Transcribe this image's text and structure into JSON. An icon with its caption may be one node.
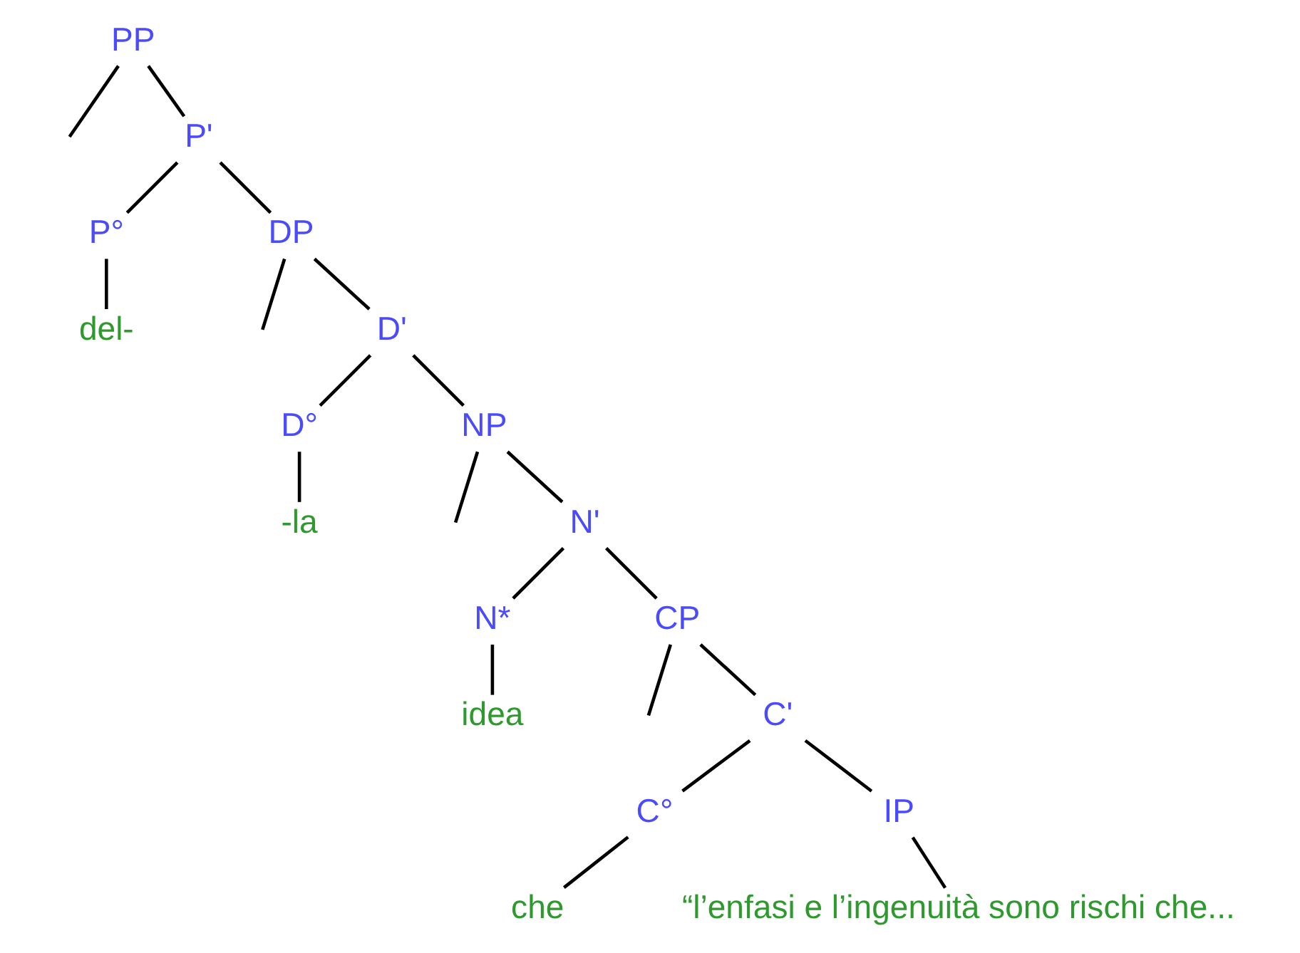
{
  "diagram": {
    "nodes": [
      {
        "text": [
          "PP"
        ]
      },
      {
        "text": [
          "P'"
        ]
      },
      {
        "text": [
          "P°"
        ]
      },
      {
        "text": [
          "del-"
        ]
      },
      {
        "text": [
          "DP"
        ]
      },
      {
        "text": [
          "D'"
        ]
      },
      {
        "text": [
          "D°"
        ]
      },
      {
        "text": [
          "-la"
        ]
      },
      {
        "text": [
          "NP"
        ]
      },
      {
        "text": [
          "N'"
        ]
      },
      {
        "text": [
          "N*"
        ]
      },
      {
        "text": [
          "idea"
        ]
      },
      {
        "text": [
          "CP"
        ]
      },
      {
        "text": [
          "C'"
        ]
      },
      {
        "text": [
          "C°"
        ]
      },
      {
        "text": [
          "che"
        ]
      },
      {
        "text": [
          "IP"
        ]
      },
      {
        "text": [
          "“l’enfasi e l’ingenuità sono rischi che..."
        ]
      }
    ],
    "edges": [
      {
        "from": 0,
        "to": null,
        "arrow": "none"
      },
      {
        "from": 0,
        "to": 1,
        "arrow": "none"
      },
      {
        "from": 1,
        "to": 2,
        "arrow": "none"
      },
      {
        "from": 1,
        "to": 4,
        "arrow": "none"
      },
      {
        "from": 2,
        "to": 3,
        "arrow": "none"
      },
      {
        "from": 4,
        "to": null,
        "arrow": "none"
      },
      {
        "from": 4,
        "to": 5,
        "arrow": "none"
      },
      {
        "from": 5,
        "to": 6,
        "arrow": "none"
      },
      {
        "from": 5,
        "to": 8,
        "arrow": "none"
      },
      {
        "from": 6,
        "to": 7,
        "arrow": "none"
      },
      {
        "from": 8,
        "to": null,
        "arrow": "none"
      },
      {
        "from": 8,
        "to": 9,
        "arrow": "none"
      },
      {
        "from": 9,
        "to": 10,
        "arrow": "none"
      },
      {
        "from": 9,
        "to": 12,
        "arrow": "none"
      },
      {
        "from": 10,
        "to": 11,
        "arrow": "none"
      },
      {
        "from": 12,
        "to": null,
        "arrow": "none"
      },
      {
        "from": 12,
        "to": 13,
        "arrow": "none"
      },
      {
        "from": 13,
        "to": 14,
        "arrow": "none"
      },
      {
        "from": 13,
        "to": 16,
        "arrow": "none"
      },
      {
        "from": 14,
        "to": 15,
        "arrow": "none"
      },
      {
        "from": 16,
        "to": 17,
        "arrow": "none"
      }
    ]
  }
}
